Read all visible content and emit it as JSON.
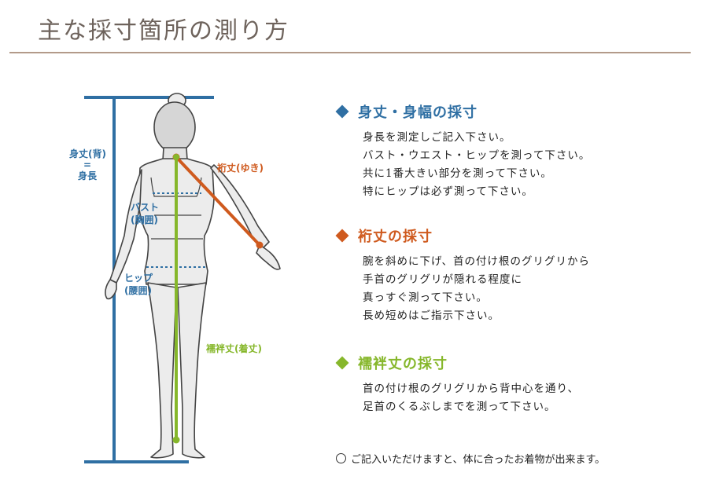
{
  "title": "主な採寸箇所の測り方",
  "colors": {
    "blue": "#2f6fa3",
    "orange": "#cf5a1e",
    "green": "#86b72b",
    "title": "#6e635c",
    "rule": "#b39a8a"
  },
  "figure": {
    "label_height_1": "身丈(背)",
    "label_height_eq": "=",
    "label_height_2": "身長",
    "label_yuki": "裄丈(ゆき)",
    "label_bust_1": "バスト",
    "label_bust_2": "(胸囲)",
    "label_hip_1": "ヒップ",
    "label_hip_2": "(腰囲)",
    "label_juban": "襦袢丈(着丈)"
  },
  "sections": [
    {
      "title": "身丈・身幅の採寸",
      "lines": [
        "身長を測定しご記入下さい。",
        "バスト・ウエスト・ヒップを測って下さい。",
        "共に1番大きい部分を測って下さい。",
        "特にヒップは必ず測って下さい。"
      ]
    },
    {
      "title": "裄丈の採寸",
      "lines": [
        "腕を斜めに下げ、首の付け根のグリグリから",
        "手首のグリグリが隠れる程度に",
        "真っすぐ測って下さい。",
        "長め短めはご指示下さい。"
      ]
    },
    {
      "title": "襦袢丈の採寸",
      "lines": [
        "首の付け根のグリグリから背中心を通り、",
        "足首のくるぶしまでを測って下さい。"
      ]
    }
  ],
  "note": "ご記入いただけますと、体に合ったお着物が出来ます。"
}
